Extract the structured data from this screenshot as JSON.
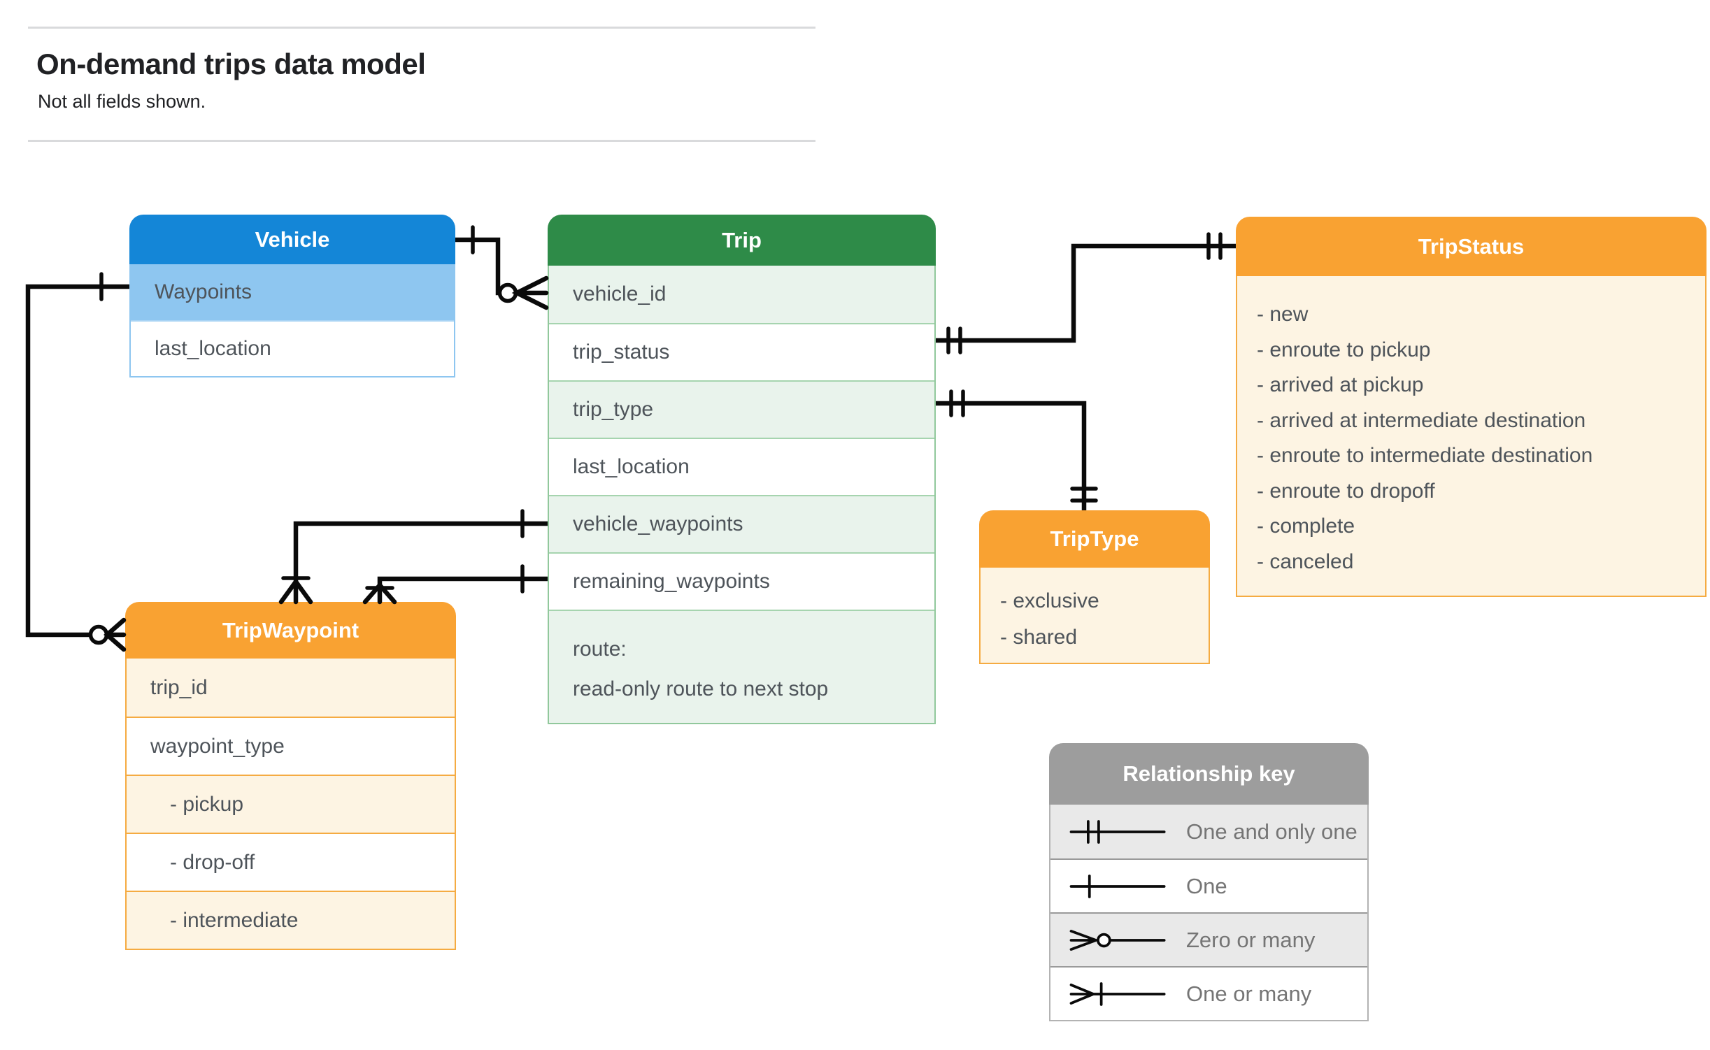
{
  "header": {
    "title": "On-demand trips data model",
    "subtitle": "Not all fields shown."
  },
  "entities": {
    "vehicle": {
      "title": "Vehicle",
      "rows": [
        {
          "label": "Waypoints"
        },
        {
          "label": "last_location"
        }
      ]
    },
    "trip": {
      "title": "Trip",
      "rows": [
        {
          "label": "vehicle_id"
        },
        {
          "label": "trip_status"
        },
        {
          "label": "trip_type"
        },
        {
          "label": "last_location"
        },
        {
          "label": "vehicle_waypoints"
        },
        {
          "label": "remaining_waypoints"
        }
      ],
      "route": {
        "label": "route:",
        "description": "read-only route to next stop"
      }
    },
    "tripStatus": {
      "title": "TripStatus",
      "values": [
        {
          "label": "- new"
        },
        {
          "label": "- enroute to pickup"
        },
        {
          "label": "- arrived at pickup"
        },
        {
          "label": "- arrived at intermediate destination"
        },
        {
          "label": "- enroute to intermediate destination"
        },
        {
          "label": "- enroute to dropoff"
        },
        {
          "label": "- complete"
        },
        {
          "label": "- canceled"
        }
      ]
    },
    "tripType": {
      "title": "TripType",
      "values": [
        {
          "label": "- exclusive"
        },
        {
          "label": "- shared"
        }
      ]
    },
    "tripWaypoint": {
      "title": "TripWaypoint",
      "rows": [
        {
          "label": "trip_id"
        },
        {
          "label": "waypoint_type"
        },
        {
          "label": "- pickup"
        },
        {
          "label": "- drop-off"
        },
        {
          "label": "- intermediate"
        }
      ]
    }
  },
  "legend": {
    "title": "Relationship key",
    "rows": [
      {
        "icon": "one-and-only-one-icon",
        "label": "One and only one"
      },
      {
        "icon": "one-icon",
        "label": "One"
      },
      {
        "icon": "zero-or-many-icon",
        "label": "Zero or many"
      },
      {
        "icon": "one-or-many-icon",
        "label": "One or many"
      }
    ]
  },
  "colors": {
    "vehicle_header": "#1486d7",
    "vehicle_row_highlight": "#8ec6f0",
    "trip_header": "#2e8b48",
    "trip_row_tint": "#e9f3ec",
    "orange_header": "#f9a232",
    "orange_body": "#fdf4e3",
    "legend_header": "#9d9d9d",
    "legend_row_tint": "#e9e9e9",
    "connector": "#0a0a0a",
    "row_text": "#4e545a",
    "title_text": "#202124"
  }
}
